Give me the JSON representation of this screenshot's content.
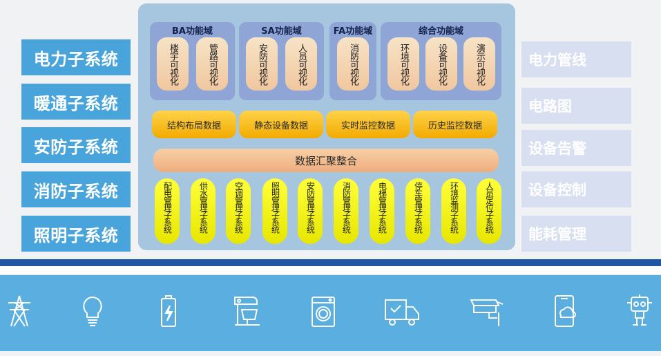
{
  "left_labels": [
    "电力子系统",
    "暖通子系统",
    "安防子系统",
    "消防子系统",
    "照明子系统"
  ],
  "right_labels": [
    "电力管线",
    "电路图",
    "设备告警",
    "设备控制",
    "能耗管理"
  ],
  "domains": [
    {
      "title": "BA功能域",
      "items": [
        "楼宇可视化",
        "管路可视化"
      ]
    },
    {
      "title": "SA功能域",
      "items": [
        "安防可视化",
        "人员可视化"
      ]
    },
    {
      "title": "FA功能域",
      "items": [
        "消防可视化"
      ]
    },
    {
      "title": "综合功能域",
      "items": [
        "环境可视化",
        "设备可视化",
        "演示可视化"
      ]
    }
  ],
  "data_layer": [
    "结构布局数据",
    "静态设备数据",
    "实时监控数据",
    "历史监控数据"
  ],
  "integration": "数据汇聚整合",
  "subsystems": [
    "配电管理子系统",
    "供水管理子系统",
    "空调管理子系统",
    "照明管理子系统",
    "安防管理子系统",
    "消防管理子系统",
    "电梯管理子系统",
    "停车管理子系统",
    "环境监测子系统",
    "人员定位子系统"
  ],
  "bottom_icons": [
    "power-tower-icon",
    "light-bulb-icon",
    "battery-icon",
    "mixer-appliance-icon",
    "washing-machine-icon",
    "delivery-truck-icon",
    "security-camera-icon",
    "smartphone-cloud-icon",
    "robot-icon"
  ],
  "colors": {
    "left_label_bg": "#4aa4dc",
    "right_label_bg": "#d8dff0",
    "panel_bg": "#a6c6df",
    "domain_bg": "#8fa5d6",
    "data_pill": "#f2ab00",
    "subsystem_pill": "#ffff3a",
    "bottom_bar": "#5aaee0",
    "divider": "#1f56a6"
  }
}
